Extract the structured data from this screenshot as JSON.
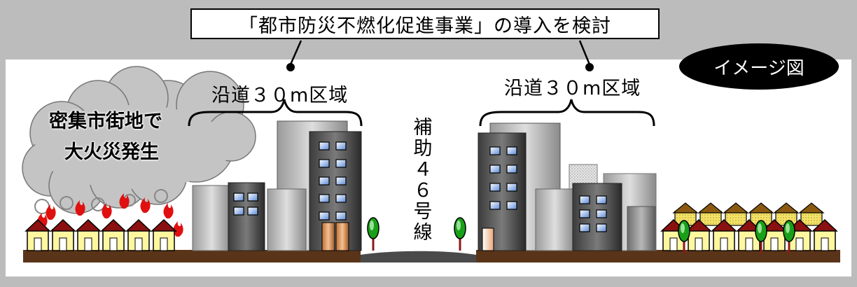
{
  "title": "「都市防災不燃化促進事業」の導入を検討",
  "badge": "イメージ図",
  "zone_left": "沿道３０m区域",
  "zone_right": "沿道３０m区域",
  "fire_caption": {
    "line1": "密集市街地で",
    "line2": "大火災発生"
  },
  "road_label": [
    "補",
    "助",
    "４",
    "６",
    "号",
    "線"
  ],
  "colors": {
    "background": "#bcbcbc",
    "panel": "#ffffff",
    "ground": "#5a3418",
    "house_wall": "#fff7a0",
    "house_roof": "#8b1010",
    "fire": "#e01010",
    "tree_leaf": "#18a018"
  },
  "icons": [
    "smoke-cloud",
    "fire-flames",
    "building",
    "house",
    "tree",
    "bracket"
  ]
}
